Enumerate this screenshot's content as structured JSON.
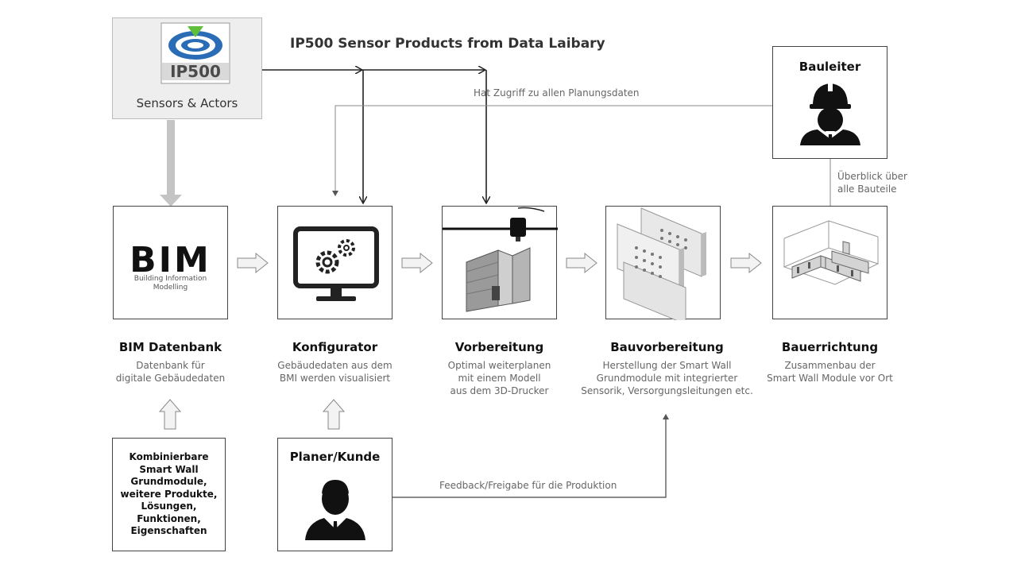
{
  "header": {
    "title": "IP500 Sensor Products from Data Laibary"
  },
  "ip500": {
    "logo_text": "IP500",
    "caption": "Sensors  &  Actors"
  },
  "bim_logo": {
    "letters": "BIM",
    "sub_line1": "Building Information",
    "sub_line2": "Modelling"
  },
  "stages": [
    {
      "title": "BIM Datenbank",
      "desc_line1": "Datenbank für",
      "desc_line2": "digitale Gebäudedaten",
      "desc_line3": ""
    },
    {
      "title": "Konfigurator",
      "desc_line1": "Gebäudedaten aus dem",
      "desc_line2": "BMI werden visualisiert",
      "desc_line3": ""
    },
    {
      "title": "Vorbereitung",
      "desc_line1": "Optimal weiterplanen",
      "desc_line2": "mit einem Modell",
      "desc_line3": "aus dem 3D-Drucker"
    },
    {
      "title": "Bauvorbereitung",
      "desc_line1": "Herstellung der Smart Wall",
      "desc_line2": "Grundmodule mit integrierter",
      "desc_line3": "Sensorik, Versorgungsleitungen etc."
    },
    {
      "title": "Bauerrichtung",
      "desc_line1": "Zusammenbau der",
      "desc_line2": "Smart Wall Module vor Ort",
      "desc_line3": ""
    }
  ],
  "bauleiter": {
    "title": "Bauleiter"
  },
  "planer": {
    "title": "Planer/Kunde"
  },
  "modules_box": {
    "lines": [
      "Kombinierbare",
      "Smart Wall",
      "Grundmodule,",
      "weitere Produkte,",
      "Lösungen,",
      "Funktionen,",
      "Eigenschaften"
    ]
  },
  "annotations": {
    "access": "Hat Zugriff zu allen Planungsdaten",
    "overview_line1": "Überblick über",
    "overview_line2": "alle Bauteile",
    "feedback": "Feedback/Freigabe für die Produktion"
  },
  "colors": {
    "line": "#222222",
    "gray_arrow": "#c4c4c4",
    "logo_blue": "#2a6cb5",
    "logo_green": "#5fbf3a"
  }
}
